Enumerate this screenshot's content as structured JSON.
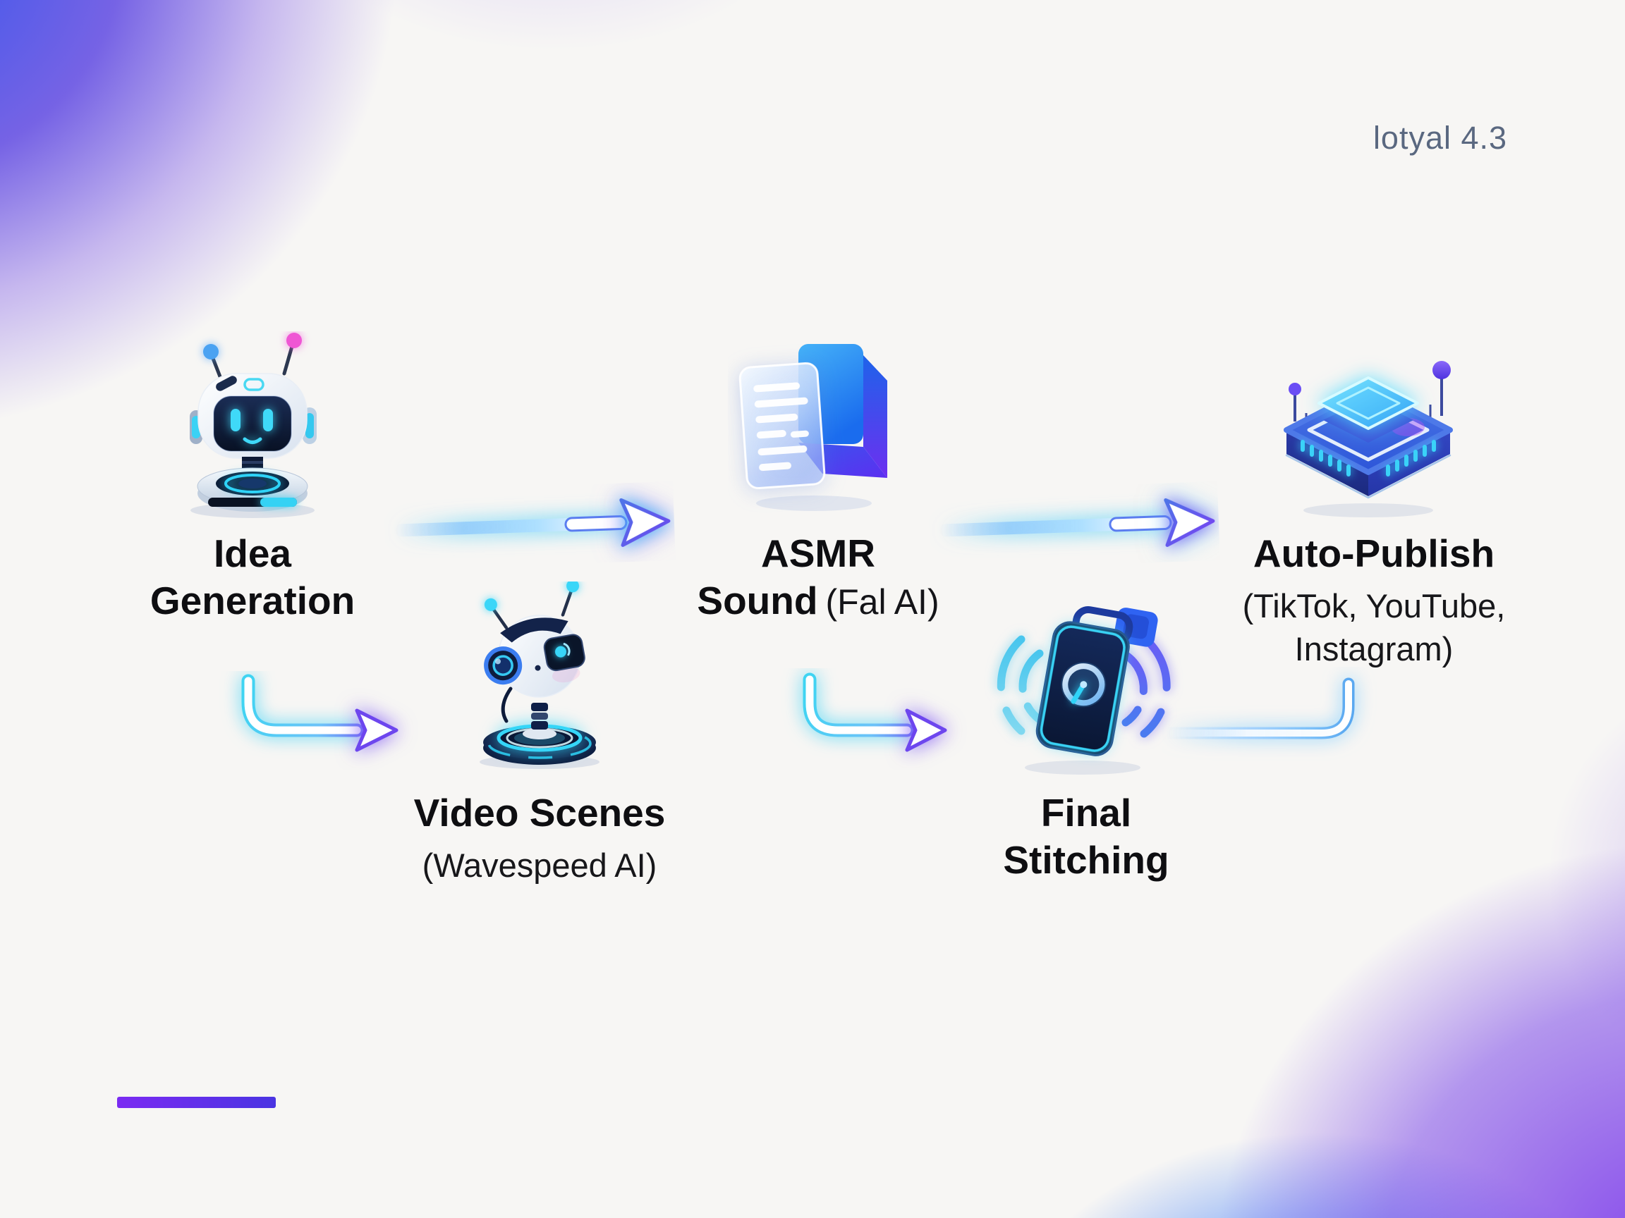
{
  "watermark": "lotyal 4.3",
  "steps": [
    {
      "name": "idea-generation",
      "label_line1": "Idea",
      "label_line2": "Generation",
      "icon": "mascot-robot-icon"
    },
    {
      "name": "video-scenes",
      "label_line1": "Video Scenes",
      "sub_line1": "(Wavespeed AI)",
      "icon": "camera-robot-icon"
    },
    {
      "name": "asmr-sound",
      "label_line1": "ASMR",
      "label_line2_bold": "Sound",
      "label_line2_light": "(Fal AI)",
      "icon": "script-documents-icon"
    },
    {
      "name": "final-stitching",
      "label_line1": "Final",
      "label_line2": "Stitching",
      "icon": "vibrating-phone-icon"
    },
    {
      "name": "auto-publish",
      "label_line1": "Auto-Publish",
      "sub_line1": "(TikTok, YouTube,",
      "sub_line2": "Instagram)",
      "icon": "ai-chip-icon"
    }
  ],
  "flow": {
    "row1": [
      "idea-generation",
      "asmr-sound",
      "auto-publish"
    ],
    "row2": [
      "video-scenes",
      "final-stitching"
    ],
    "arrows": [
      {
        "from": "idea-generation",
        "to": "asmr-sound",
        "style": "straight-right"
      },
      {
        "from": "asmr-sound",
        "to": "auto-publish",
        "style": "straight-right"
      },
      {
        "from": "idea-generation",
        "to": "video-scenes",
        "style": "elbow-down-right"
      },
      {
        "from": "video-scenes",
        "to": "final-stitching",
        "style": "elbow-down-right"
      },
      {
        "from": "final-stitching",
        "to": "auto-publish",
        "style": "elbow-right-up"
      }
    ]
  },
  "colors": {
    "background_base": "#f7f6f4",
    "corner_blue": "#2b50ee",
    "corner_purple": "#7c39ea",
    "bottom_blue": "#2e7bf7",
    "arrow_cyan": "#3fd4f2",
    "arrow_purple": "#7a4df5",
    "accent_bar_start": "#7b2bf2",
    "accent_bar_end": "#4a34e2",
    "title_text": "#0e0e11",
    "watermark_text": "#5a6880"
  }
}
